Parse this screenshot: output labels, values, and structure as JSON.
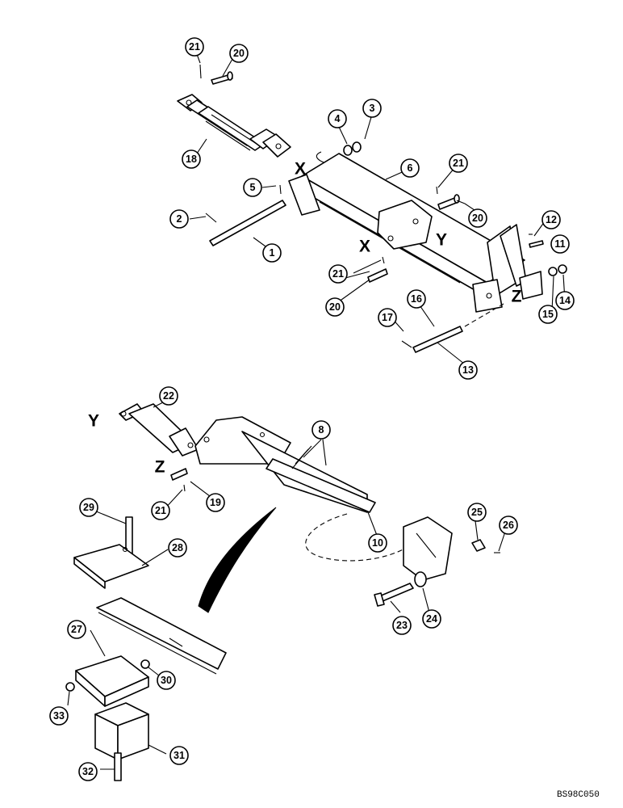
{
  "diagram": {
    "refs": [
      "X",
      "Y",
      "Z"
    ],
    "callouts": [
      "1",
      "2",
      "3",
      "4",
      "5",
      "6",
      "8",
      "10",
      "11",
      "12",
      "13",
      "14",
      "15",
      "16",
      "17",
      "18",
      "19",
      "20",
      "21",
      "22",
      "23",
      "24",
      "25",
      "26",
      "27",
      "28",
      "29",
      "30",
      "31",
      "32",
      "33"
    ],
    "drawing_code": "BS98C050"
  }
}
